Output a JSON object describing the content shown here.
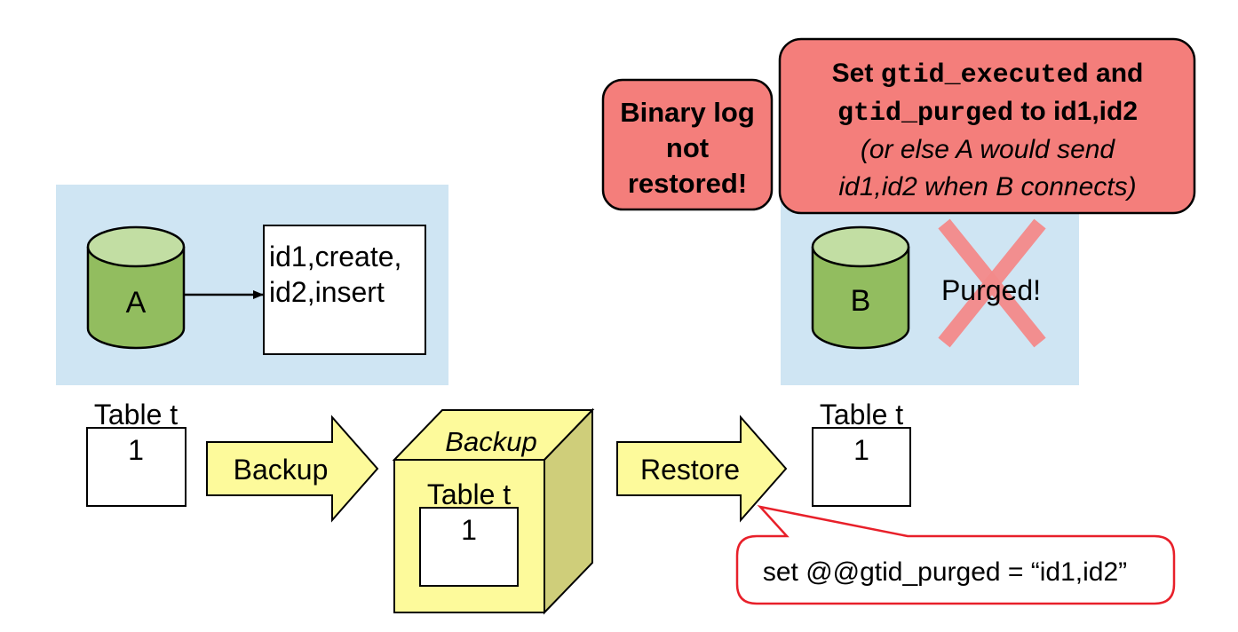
{
  "server_a": {
    "label": "A",
    "binlog_lines": [
      "id1,create,",
      "id2,insert"
    ],
    "table_label": "Table t",
    "table_value": "1"
  },
  "backup_arrow": {
    "label": "Backup"
  },
  "backup_box": {
    "title": "Backup",
    "table_label": "Table t",
    "table_value": "1"
  },
  "restore_arrow": {
    "label": "Restore"
  },
  "server_b": {
    "label": "B",
    "purged_label": "Purged!",
    "table_label": "Table t",
    "table_value": "1"
  },
  "callout_binlog": {
    "lines": [
      "Binary log",
      "not",
      "restored!"
    ]
  },
  "callout_gtid": {
    "line1_a": "Set ",
    "line1_code": "gtid_executed",
    "line1_b": " and",
    "line2_code": "gtid_purged",
    "line2_b": " to id1,id2",
    "line3": "(or else A would send",
    "line4": "id1,id2 when B connects)"
  },
  "callout_set": {
    "text": "set @@gtid_purged = “id1,id2”"
  },
  "colors": {
    "panel_bg": "#cfe5f3",
    "cylinder_green": "#92bd5f",
    "cylinder_top": "#c2dea3",
    "callout_red": "#f47e7b",
    "arrow_yellow": "#fdfa9b",
    "cube_side": "#cfce7a",
    "cross_red": "#f48a8a",
    "callout_outline": "#e8202a"
  }
}
